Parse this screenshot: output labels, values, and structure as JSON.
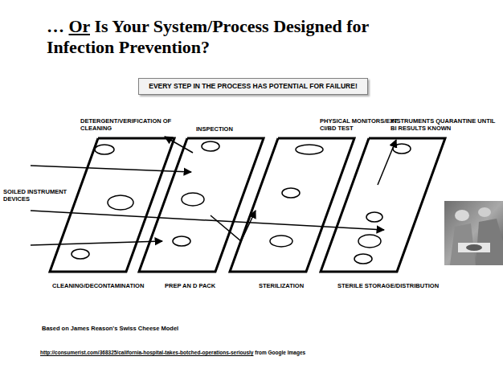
{
  "diagram": {
    "title": "… Or Is Your System/Process Designed for Infection Prevention?",
    "nodes": [
      {
        "text": [
          "EVERY STEP IN THE PROCESS HAS POTENTIAL FOR FAILURE!"
        ]
      },
      {
        "text": [
          "CLEANING/DECONTAMINATION"
        ]
      },
      {
        "text": [
          "PREP AN D PACK"
        ]
      },
      {
        "text": [
          "STERILIZATION"
        ]
      },
      {
        "text": [
          "STERILE STORAGE/DISTRIBUTION"
        ]
      }
    ],
    "labels": [
      "DETERGENT/VERIFICATION OF CLEANING",
      "INSPECTION",
      "PHYSICAL MONITORS/EXT CI/BD TEST",
      "INSTRUMENTS QUARANTINE UNTIL BI RESULTS KNOWN",
      "SOILED INSTRUMENT DEVICES",
      "Based on James Reason's Swiss Cheese Model",
      "http://consumerist.com/368325/california-hospital-takes-botched-operations-seriously from Google Images"
    ]
  }
}
